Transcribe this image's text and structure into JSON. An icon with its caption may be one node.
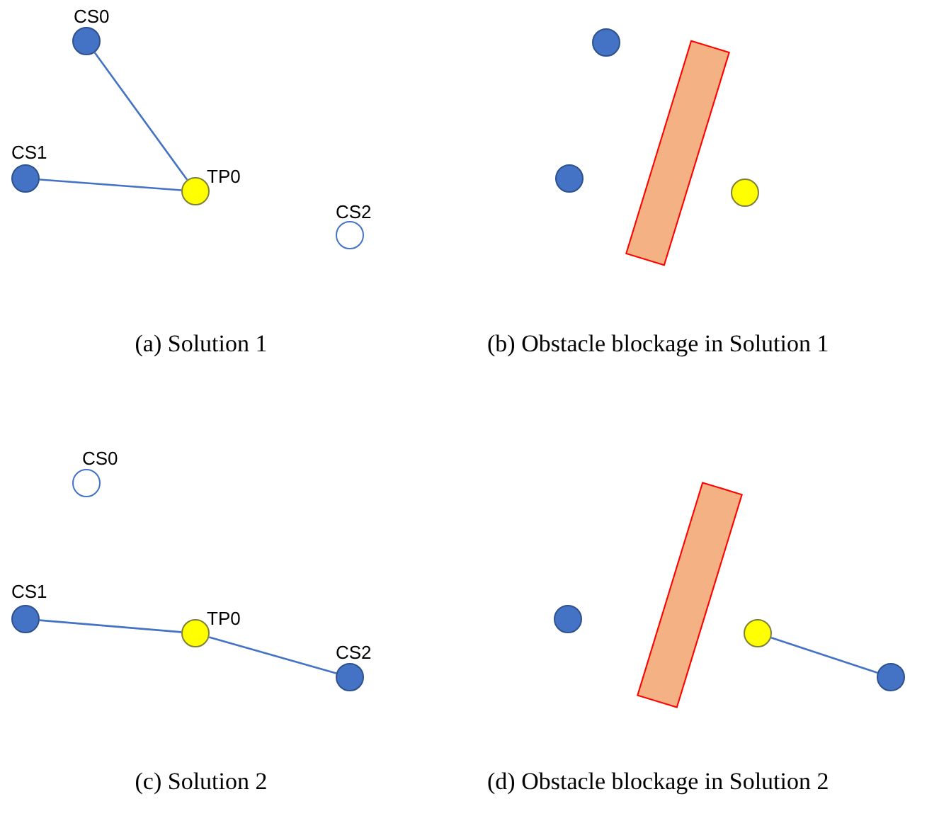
{
  "diagram": {
    "nodes": [
      {
        "text": [
          "CS0"
        ]
      },
      {
        "text": [
          "CS1"
        ]
      },
      {
        "text": [
          "TP0"
        ]
      },
      {
        "text": [
          "CS2"
        ]
      },
      {
        "text": [],
        "shape": "circle"
      },
      {
        "text": [],
        "shape": "circle"
      },
      {
        "text": [],
        "shape": "box"
      },
      {
        "text": [],
        "shape": "circle"
      },
      {
        "text": [
          "CS0"
        ]
      },
      {
        "text": [
          "CS1"
        ]
      },
      {
        "text": [
          "TP0"
        ]
      },
      {
        "text": [
          "CS2"
        ]
      },
      {
        "text": [],
        "shape": "circle"
      },
      {
        "text": [],
        "shape": "box"
      },
      {
        "text": [],
        "shape": "circle"
      },
      {
        "text": [],
        "shape": "circle"
      }
    ],
    "edges": [
      {
        "from": 0,
        "to": 2,
        "arrow": "none"
      },
      {
        "from": 1,
        "to": 2,
        "arrow": "none"
      },
      {
        "from": 9,
        "to": 10,
        "arrow": "none"
      },
      {
        "from": 10,
        "to": 11,
        "arrow": "none"
      },
      {
        "from": 14,
        "to": 15,
        "arrow": "none"
      }
    ],
    "labels": [
      "(a) Solution 1",
      "(b) Obstacle blockage in Solution 1",
      "(c) Solution 2",
      "(d) Obstacle blockage in Solution 2"
    ]
  }
}
